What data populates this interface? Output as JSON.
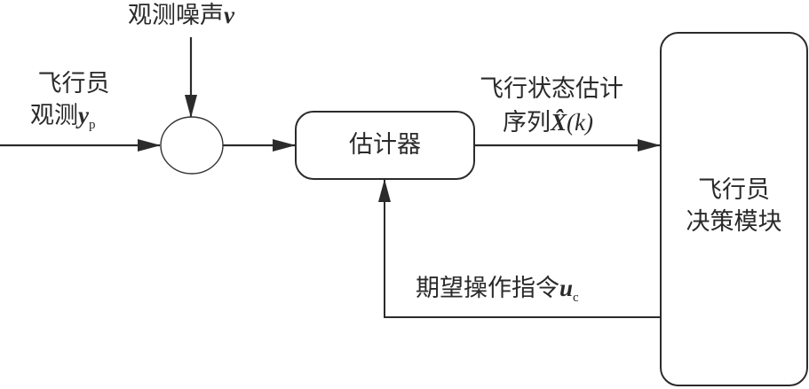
{
  "diagram": {
    "noise_label": {
      "text": "观测噪声",
      "symbol": "v"
    },
    "pilot_observation_label": {
      "line1": "飞行员",
      "line2": "观测",
      "symbol": "y",
      "subscript": "p"
    },
    "summing_junction": {
      "shape": "circle"
    },
    "estimator_block": {
      "label": "估计器"
    },
    "state_estimate_label": {
      "line1": "飞行状态估计",
      "line2": "序列",
      "symbol": "X̂",
      "arg": "(k)"
    },
    "decision_block": {
      "line1": "飞行员",
      "line2": "决策模块"
    },
    "command_label": {
      "text": "期望操作指令",
      "symbol": "u",
      "subscript": "c"
    },
    "edges": [
      {
        "from": "input",
        "to": "summing-junction",
        "label": "飞行员观测y_p"
      },
      {
        "from": "noise",
        "to": "summing-junction",
        "label": "观测噪声v"
      },
      {
        "from": "summing-junction",
        "to": "estimator",
        "label": ""
      },
      {
        "from": "estimator",
        "to": "decision-module",
        "label": "飞行状态估计序列X̂(k)"
      },
      {
        "from": "decision-module",
        "to": "estimator",
        "label": "期望操作指令u_c"
      }
    ],
    "colors": {
      "stroke": "#2b2b2b",
      "background": "#ffffff"
    }
  }
}
